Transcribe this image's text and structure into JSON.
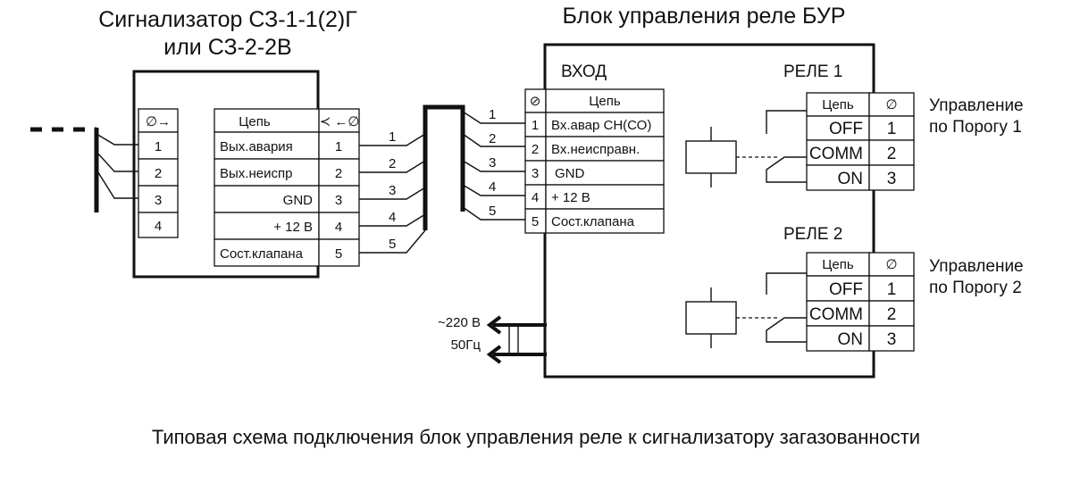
{
  "left_device": {
    "title_line1": "Сигнализатор СЗ-1-1(2)Г",
    "title_line2": "или СЗ-2-2В",
    "sensor_terminal_header": "∅→",
    "sensor_terminals": [
      "1",
      "2",
      "3",
      "4"
    ],
    "circuit_header": "Цепь",
    "circuit_header_symbol": "≺ ←∅",
    "circuits": [
      {
        "label": "Вых.авария",
        "num": "1"
      },
      {
        "label": "Вых.неиспр",
        "num": "2"
      },
      {
        "label": "GND",
        "num": "3"
      },
      {
        "label": "+ 12 В",
        "num": "4"
      },
      {
        "label": "Сост.клапана",
        "num": "5"
      }
    ]
  },
  "cable": {
    "left_wire_numbers": [
      "1",
      "2",
      "3",
      "4",
      "5"
    ],
    "right_wire_numbers": [
      "1",
      "2",
      "3",
      "4",
      "5"
    ]
  },
  "right_device": {
    "title": "Блок управления реле БУР",
    "input_title": "ВХОД",
    "input_header_symbol": "⊘",
    "input_header": "Цепь",
    "inputs": [
      {
        "num": "1",
        "label": "Вх.авар СН(СО)"
      },
      {
        "num": "2",
        "label": "Вх.неисправн."
      },
      {
        "num": "3",
        "label": "GND"
      },
      {
        "num": "4",
        "label": "+ 12 В"
      },
      {
        "num": "5",
        "label": "Сост.клапана"
      }
    ],
    "power_line1": "~220 В",
    "power_line2": "50Гц",
    "relays": [
      {
        "title": "РЕЛЕ 1",
        "header": "Цепь",
        "header_symbol": "∅",
        "rows": [
          {
            "label": "OFF",
            "num": "1"
          },
          {
            "label": "COMM",
            "num": "2"
          },
          {
            "label": "ON",
            "num": "3"
          }
        ],
        "note_line1": "Управление",
        "note_line2": "по Порогу 1"
      },
      {
        "title": "РЕЛЕ 2",
        "header": "Цепь",
        "header_symbol": "∅",
        "rows": [
          {
            "label": "OFF",
            "num": "1"
          },
          {
            "label": "COMM",
            "num": "2"
          },
          {
            "label": "ON",
            "num": "3"
          }
        ],
        "note_line1": "Управление",
        "note_line2": "по Порогу 2"
      }
    ]
  },
  "caption": "Типовая схема подключения блок управления реле к сигнализатору загазованности"
}
